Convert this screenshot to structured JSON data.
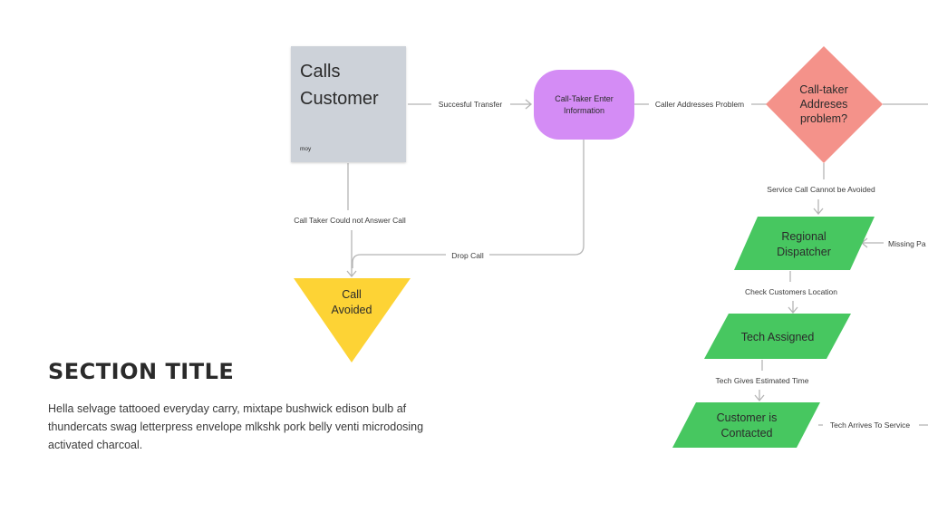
{
  "diagram": {
    "nodes": {
      "calls_customer": {
        "line1": "Calls",
        "line2": "Customer",
        "note": "moy",
        "color": "#cdd2d9"
      },
      "call_taker_enter": {
        "line1": "Call-Taker Enter",
        "line2": "Information",
        "color": "#d48cf5"
      },
      "call_taker_addresses": {
        "line1": "Call-taker",
        "line2": "Addreses",
        "line3": "problem?",
        "color": "#f4928a"
      },
      "call_avoided": {
        "line1": "Call",
        "line2": "Avoided",
        "color": "#fdd335"
      },
      "regional_dispatcher": {
        "line1": "Regional",
        "line2": "Dispatcher",
        "color": "#47c760"
      },
      "tech_assigned": {
        "line1": "Tech Assigned",
        "color": "#47c760"
      },
      "customer_contacted": {
        "line1": "Customer is",
        "line2": "Contacted",
        "color": "#47c760"
      }
    },
    "edges": {
      "succesful_transfer": "Succesful Transfer",
      "caller_addresses": "Caller Addresses Problem",
      "could_not_answer": "Call Taker Could not Answer Call",
      "drop_call": "Drop Call",
      "cannot_be_avoided": "Service Call Cannot be Avoided",
      "missing_parts": "Missing Pa",
      "check_location": "Check Customers Location",
      "estimated_time": "Tech Gives Estimated Time",
      "arrives": "Tech Arrives To Service"
    },
    "connector_color": "#b5b5b5"
  },
  "section": {
    "title": "SECTION TITLE",
    "body": "Hella selvage tattooed everyday carry, mixtape bushwick edison bulb af thundercats swag letterpress envelope mlkshk pork belly venti microdosing activated charcoal."
  }
}
